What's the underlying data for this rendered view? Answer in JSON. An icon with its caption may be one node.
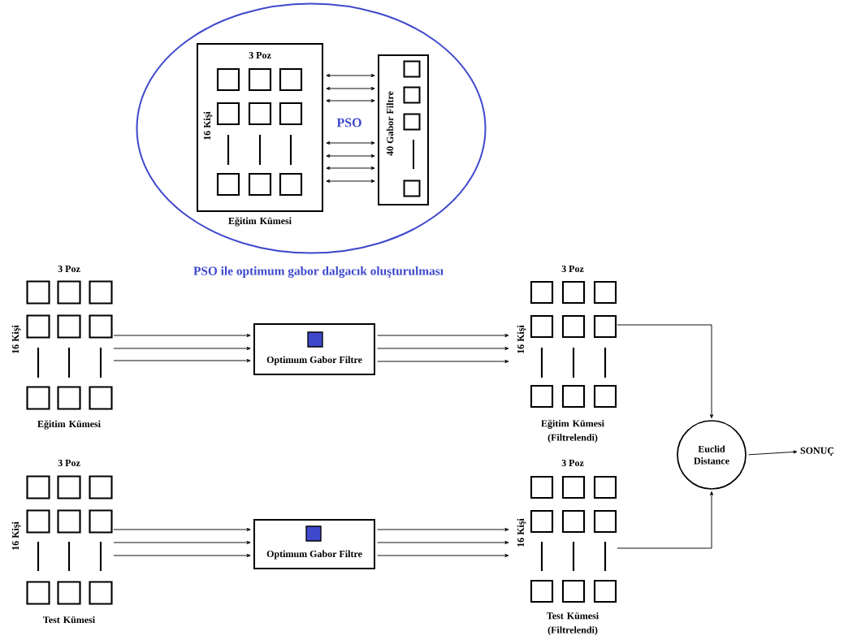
{
  "diagram": {
    "nodes": [
      {
        "text": [
          "PSO ile optimum gabor dalgacık oluşturulması"
        ]
      },
      {
        "text": [
          "3 Poz",
          "16 Kişi",
          "Eğitim Kümesi"
        ],
        "in": 0
      },
      {
        "text": [
          "40 Gabor Filtre"
        ],
        "in": 0
      },
      {
        "text": [
          "3 Poz",
          "16 Kişi",
          "Eğitim Kümesi"
        ]
      },
      {
        "text": [
          "Optimum Gabor Filtre"
        ]
      },
      {
        "text": [
          "3 Poz",
          "16 Kişi",
          "Eğitim Kümesi (Filtrelendi)"
        ]
      },
      {
        "text": [
          "3 Poz",
          "16 Kişi",
          "Test Kümesi"
        ]
      },
      {
        "text": [
          "Optimum Gabor Filtre"
        ]
      },
      {
        "text": [
          "3 Poz",
          "16 Kişi",
          "Test Kümesi (Filtrelendi)"
        ]
      },
      {
        "text": [
          "Euclid Distance"
        ]
      },
      {
        "text": [
          "SONUÇ"
        ]
      }
    ],
    "edges": [
      {
        "from": 1,
        "to": 2,
        "arrow": "both"
      },
      {
        "from": 1,
        "to": 2,
        "arrow": "both"
      },
      {
        "from": 1,
        "to": 2,
        "arrow": "both"
      },
      {
        "from": 1,
        "to": 2,
        "arrow": "both"
      },
      {
        "from": 1,
        "to": 2,
        "arrow": "both"
      },
      {
        "from": 1,
        "to": 2,
        "arrow": "both"
      },
      {
        "from": 1,
        "to": 2,
        "arrow": "both"
      },
      {
        "from": 3,
        "to": 4,
        "arrow": "to"
      },
      {
        "from": 3,
        "to": 4,
        "arrow": "to"
      },
      {
        "from": 3,
        "to": 4,
        "arrow": "to"
      },
      {
        "from": 4,
        "to": 5,
        "arrow": "to"
      },
      {
        "from": 4,
        "to": 5,
        "arrow": "to"
      },
      {
        "from": 4,
        "to": 5,
        "arrow": "to"
      },
      {
        "from": 6,
        "to": 7,
        "arrow": "to"
      },
      {
        "from": 6,
        "to": 7,
        "arrow": "to"
      },
      {
        "from": 6,
        "to": 7,
        "arrow": "to"
      },
      {
        "from": 7,
        "to": 8,
        "arrow": "to"
      },
      {
        "from": 7,
        "to": 8,
        "arrow": "to"
      },
      {
        "from": 7,
        "to": 8,
        "arrow": "to"
      },
      {
        "from": 5,
        "to": 9,
        "arrow": "to"
      },
      {
        "from": 8,
        "to": 9,
        "arrow": "to"
      },
      {
        "from": 9,
        "to": 10,
        "arrow": "to"
      }
    ],
    "labels": [
      "PSO"
    ]
  }
}
